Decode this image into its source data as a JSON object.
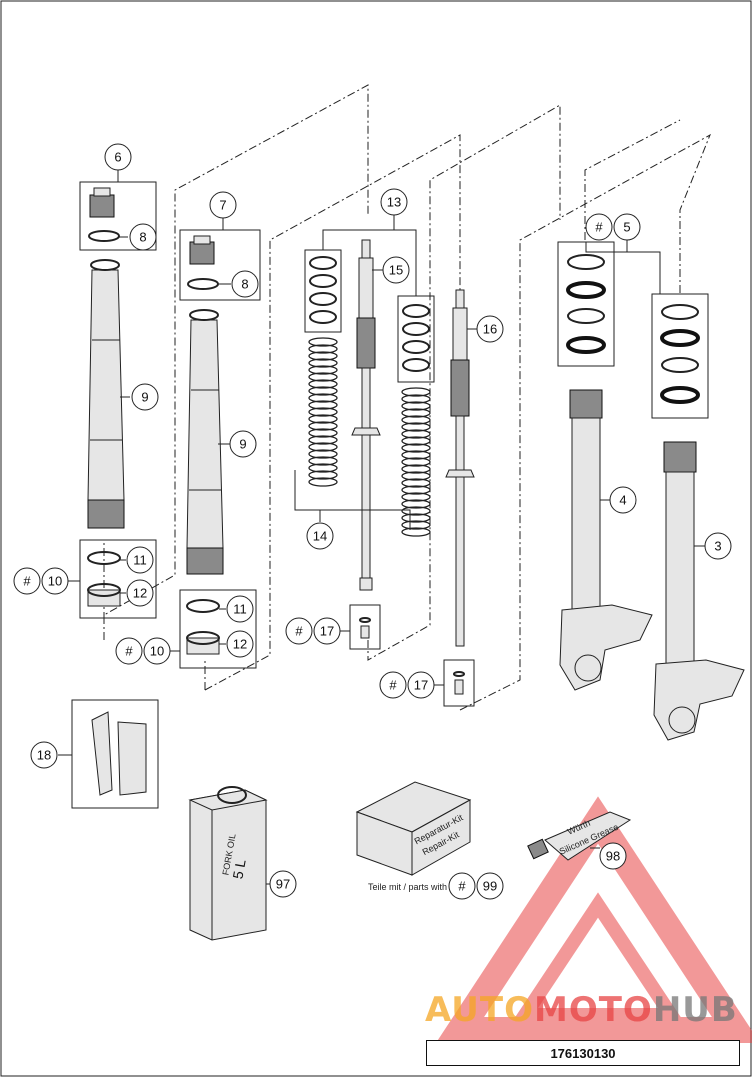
{
  "callouts": {
    "c3": "3",
    "c4": "4",
    "c5": "5",
    "c6": "6",
    "c7": "7",
    "c8a": "8",
    "c8b": "8",
    "c9a": "9",
    "c9b": "9",
    "c10a": "10",
    "c10b": "10",
    "c11a": "11",
    "c11b": "11",
    "c12a": "12",
    "c12b": "12",
    "c13": "13",
    "c14": "14",
    "c15": "15",
    "c16": "16",
    "c17a": "17",
    "c17b": "17",
    "c18": "18",
    "c97": "97",
    "c98": "98",
    "c99": "99"
  },
  "hash_mark": "#",
  "labels": {
    "fork_oil": "FORK OIL",
    "fork_oil_volume": "5 L",
    "repair_kit_de": "Reparatur-Kit",
    "repair_kit_en": "Repair-Kit",
    "silicone_brand": "Würth",
    "silicone_name": "Silicone Grease",
    "parts_with": "Teile mit / parts with"
  },
  "watermark": {
    "auto": "AUTO",
    "moto": "MOTO",
    "hub": "HUB",
    "color_red": "#e84545",
    "color_orange": "#f5a623",
    "color_gray": "#777777"
  },
  "drawing_number": "176130130"
}
